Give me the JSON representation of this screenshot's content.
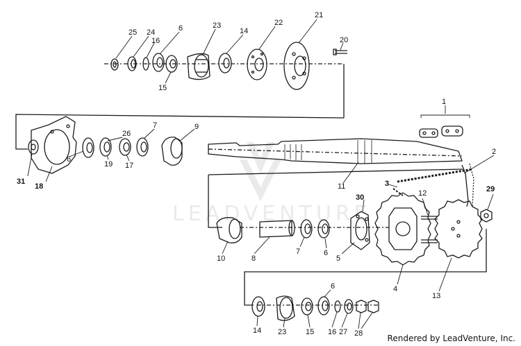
{
  "watermark": {
    "brand": "LEADVENTURE"
  },
  "credit": "Rendered by LeadVenture, Inc.",
  "colors": {
    "line": "#1a1a1a",
    "watermark": "#d9d9d9"
  },
  "callouts": {
    "c25": "25",
    "c24": "24",
    "c16a": "16",
    "c6a": "6",
    "c15a": "15",
    "c23a": "23",
    "c14a": "14",
    "c22": "22",
    "c21": "21",
    "c20": "20",
    "c1": "1",
    "c2": "2",
    "c31": "31",
    "c18": "18",
    "c6b": "6",
    "c19": "19",
    "c26": "26",
    "c17": "17",
    "c7a": "7",
    "c9": "9",
    "c11": "11",
    "c3": "3",
    "c30": "30",
    "c12": "12",
    "c29": "29",
    "c10": "10",
    "c8": "8",
    "c7b": "7",
    "c6c": "6",
    "c5": "5",
    "c4": "4",
    "c13": "13",
    "c14b": "14",
    "c23b": "23",
    "c15b": "15",
    "c16b": "16",
    "c6d": "6",
    "c27": "27",
    "c28": "28"
  }
}
